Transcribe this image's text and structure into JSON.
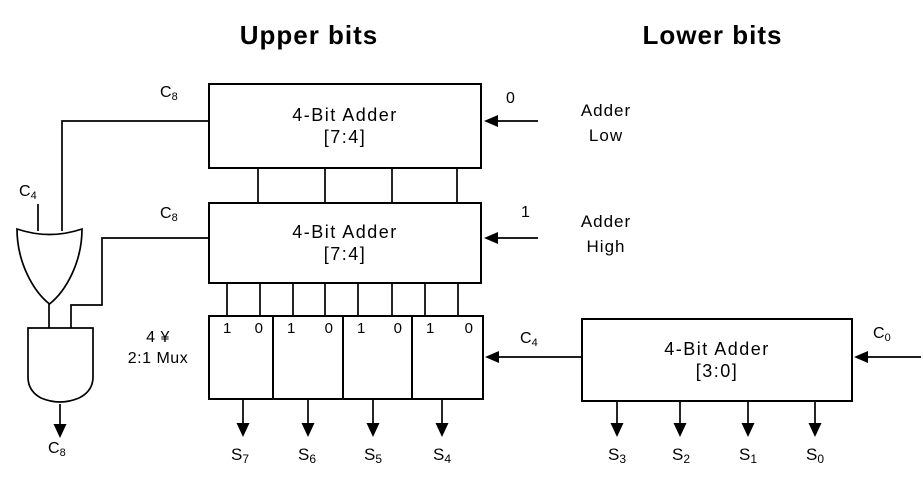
{
  "titles": {
    "upper": "Upper bits",
    "lower": "Lower bits"
  },
  "boxes": {
    "adder_upper_low": {
      "line1": "4-Bit Adder",
      "line2": "[7:4]"
    },
    "adder_upper_high": {
      "line1": "4-Bit Adder",
      "line2": "[7:4]"
    },
    "adder_lower": {
      "line1": "4-Bit Adder",
      "line2": "[3:0]"
    }
  },
  "captions": {
    "adder_low": {
      "line1": "Adder",
      "line2": "Low"
    },
    "adder_high": {
      "line1": "Adder",
      "line2": "High"
    },
    "mux": {
      "line1": "4 ¥",
      "line2": "2:1 Mux"
    }
  },
  "labels": {
    "carry_in_low": "0",
    "carry_in_high": "1",
    "c8_adder_low": {
      "t": "C",
      "s": "8"
    },
    "c8_adder_high": {
      "t": "C",
      "s": "8"
    },
    "c4_select": {
      "t": "C",
      "s": "4"
    },
    "c8_out": {
      "t": "C",
      "s": "8"
    },
    "c4_carry": {
      "t": "C",
      "s": "4"
    },
    "c0_in": {
      "t": "C",
      "s": "0"
    }
  },
  "mux_cells": [
    {
      "one": "1",
      "zero": "0"
    },
    {
      "one": "1",
      "zero": "0"
    },
    {
      "one": "1",
      "zero": "0"
    },
    {
      "one": "1",
      "zero": "0"
    }
  ],
  "outputs": {
    "upper": [
      {
        "t": "S",
        "s": "7"
      },
      {
        "t": "S",
        "s": "6"
      },
      {
        "t": "S",
        "s": "5"
      },
      {
        "t": "S",
        "s": "4"
      }
    ],
    "lower": [
      {
        "t": "S",
        "s": "3"
      },
      {
        "t": "S",
        "s": "2"
      },
      {
        "t": "S",
        "s": "1"
      },
      {
        "t": "S",
        "s": "0"
      }
    ]
  },
  "colors": {
    "ink": "#000000",
    "background": "#ffffff"
  }
}
